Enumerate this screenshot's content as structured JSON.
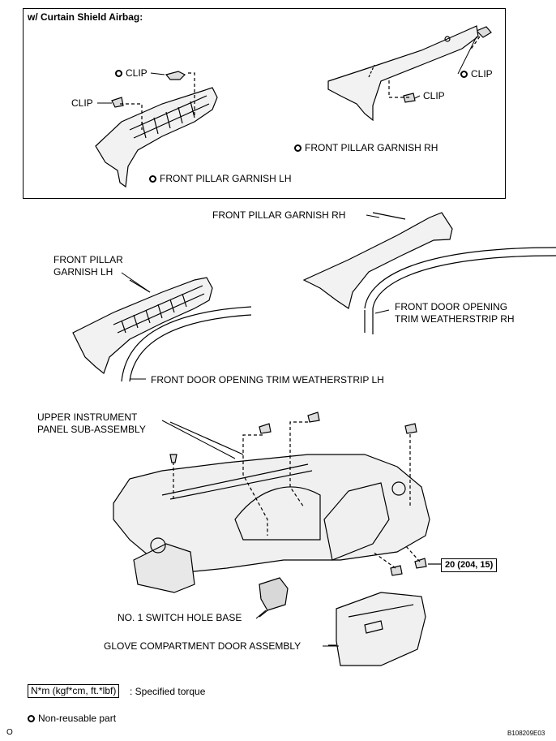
{
  "inset": {
    "title": "w/ Curtain Shield Airbag:",
    "clip_label_1": "CLIP",
    "clip_label_2": "CLIP",
    "clip_label_3": "CLIP",
    "clip_label_4": "CLIP",
    "garnish_lh": "FRONT PILLAR GARNISH LH",
    "garnish_rh": "FRONT PILLAR GARNISH RH"
  },
  "main": {
    "garnish_rh": "FRONT PILLAR GARNISH RH",
    "garnish_lh_line1": "FRONT PILLAR",
    "garnish_lh_line2": "GARNISH LH",
    "weatherstrip_rh_line1": "FRONT DOOR OPENING",
    "weatherstrip_rh_line2": "TRIM WEATHERSTRIP RH",
    "weatherstrip_lh": "FRONT DOOR OPENING TRIM WEATHERSTRIP LH",
    "panel_line1": "UPPER INSTRUMENT",
    "panel_line2": "PANEL SUB-ASSEMBLY",
    "torque": "20 (204, 15)",
    "switch_base": "NO. 1 SWITCH HOLE BASE",
    "glove_door": "GLOVE COMPARTMENT DOOR ASSEMBLY"
  },
  "legend": {
    "torque_box": "N*m (kgf*cm, ft.*lbf)",
    "torque_desc": ": Specified torque",
    "nonreusable": "Non-reusable part"
  },
  "footer": {
    "left_mark": "O",
    "figure_id": "B108209E03"
  }
}
